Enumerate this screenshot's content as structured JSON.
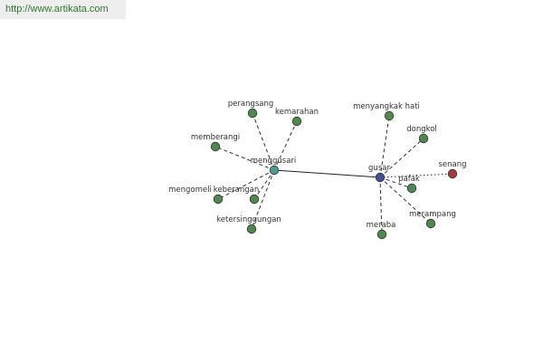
{
  "watermark": {
    "text": "http://www.artikata.com"
  },
  "colors": {
    "leaf": "#4a8a4a",
    "hub_menggusari": "#4a9a96",
    "hub_gusar": "#3d4f9e",
    "senang": "#a83a3a",
    "stroke": "#333333",
    "link_solid": "#222222",
    "link_dashed": "#333333",
    "link_dotted": "#444444"
  },
  "nodes": [
    {
      "id": "menggusari",
      "label": "menggusari",
      "kind": "hub_menggusari"
    },
    {
      "id": "gusar",
      "label": "gusar",
      "kind": "hub_gusar"
    },
    {
      "id": "perangsang",
      "label": "perangsang",
      "kind": "leaf"
    },
    {
      "id": "kemarahan",
      "label": "kemarahan",
      "kind": "leaf"
    },
    {
      "id": "memberangi",
      "label": "memberangi",
      "kind": "leaf"
    },
    {
      "id": "mengomeli",
      "label": "mengomeli",
      "kind": "leaf"
    },
    {
      "id": "keberangan",
      "label": "keberangan",
      "kind": "leaf"
    },
    {
      "id": "ketersinggungan",
      "label": "ketersinggungan",
      "kind": "leaf"
    },
    {
      "id": "menyangkak-hati",
      "label": "menyangkak hati",
      "kind": "leaf"
    },
    {
      "id": "dongkol",
      "label": "dongkol",
      "kind": "leaf"
    },
    {
      "id": "senang",
      "label": "senang",
      "kind": "senang"
    },
    {
      "id": "pafak",
      "label": "pafak",
      "kind": "leaf"
    },
    {
      "id": "merampang",
      "label": "merampang",
      "kind": "leaf"
    },
    {
      "id": "meraba",
      "label": "meraba",
      "kind": "leaf"
    }
  ],
  "edges": [
    {
      "from": "menggusari",
      "to": "gusar",
      "style": "solid"
    },
    {
      "from": "menggusari",
      "to": "perangsang",
      "style": "dashed"
    },
    {
      "from": "menggusari",
      "to": "kemarahan",
      "style": "dashed"
    },
    {
      "from": "menggusari",
      "to": "memberangi",
      "style": "dashed"
    },
    {
      "from": "menggusari",
      "to": "mengomeli",
      "style": "dashed"
    },
    {
      "from": "menggusari",
      "to": "keberangan",
      "style": "dashed"
    },
    {
      "from": "menggusari",
      "to": "ketersinggungan",
      "style": "dashed"
    },
    {
      "from": "gusar",
      "to": "menyangkak-hati",
      "style": "dashed"
    },
    {
      "from": "gusar",
      "to": "dongkol",
      "style": "dashed"
    },
    {
      "from": "gusar",
      "to": "senang",
      "style": "dotted"
    },
    {
      "from": "gusar",
      "to": "pafak",
      "style": "dashed"
    },
    {
      "from": "gusar",
      "to": "merampang",
      "style": "dashed"
    },
    {
      "from": "gusar",
      "to": "meraba",
      "style": "dashed"
    }
  ]
}
